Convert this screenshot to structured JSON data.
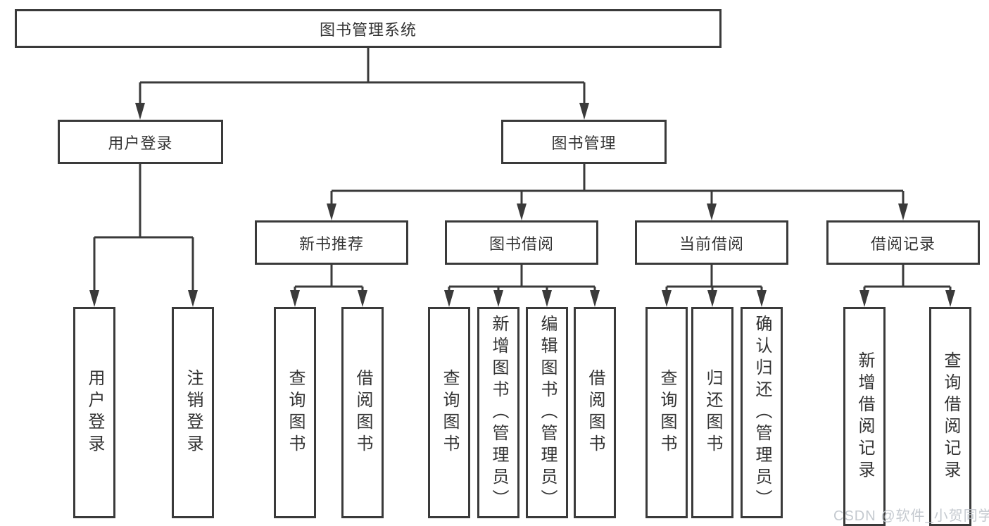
{
  "colors": {
    "line": "#3a3a3a",
    "box_border": "#3a3a3a",
    "box_fill": "#ffffff",
    "text": "#333333",
    "watermark": "#bfc5cc",
    "background": "#ffffff"
  },
  "root": {
    "label": "图书管理系统"
  },
  "branches": [
    {
      "label": "用户登录",
      "children": [
        {
          "label": "用户登录"
        },
        {
          "label": "注销登录"
        }
      ]
    },
    {
      "label": "图书管理",
      "children": [
        {
          "label": "新书推荐",
          "children": [
            {
              "label": "查询图书"
            },
            {
              "label": "借阅图书"
            }
          ]
        },
        {
          "label": "图书借阅",
          "children": [
            {
              "label": "查询图书"
            },
            {
              "label": "新增图书（管理员）"
            },
            {
              "label": "编辑图书（管理员）"
            },
            {
              "label": "借阅图书"
            }
          ]
        },
        {
          "label": "当前借阅",
          "children": [
            {
              "label": "查询图书"
            },
            {
              "label": "归还图书"
            },
            {
              "label": "确认归还（管理员）"
            }
          ]
        },
        {
          "label": "借阅记录",
          "children": [
            {
              "label": "新增借阅记录"
            },
            {
              "label": "查询借阅记录"
            }
          ]
        }
      ]
    }
  ],
  "watermark": {
    "text": "CSDN @软件_小贺同学"
  }
}
